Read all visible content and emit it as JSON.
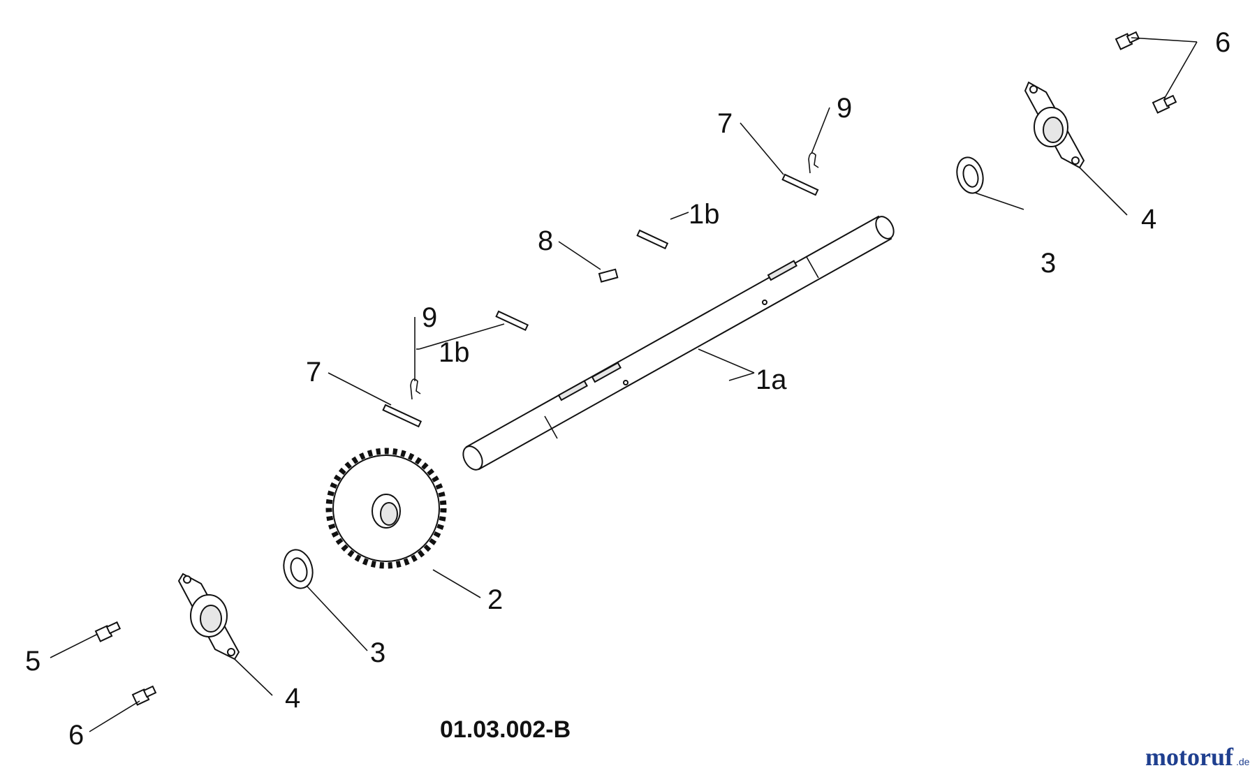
{
  "diagram": {
    "drawing_code": "01.03.002-B",
    "callouts": {
      "shaft": "1a",
      "key_upper": "1b",
      "key_lower": "1b",
      "sprocket": "2",
      "washer_upper": "3",
      "washer_lower": "3",
      "bearing_flange_upper": "4",
      "bearing_flange_lower": "4",
      "bolt_left": "5",
      "screw_upper": "6",
      "screw_lower": "6",
      "pin_upper": "7",
      "pin_lower": "7",
      "key_small": "8",
      "clip_upper": "9",
      "clip_lower": "9"
    },
    "colors": {
      "line": "#111111",
      "brand_blue": "#1f3f8f",
      "brand_red": "#c8202a"
    }
  },
  "watermark": {
    "text_main": "motoruf",
    "text_tld": ".de"
  }
}
